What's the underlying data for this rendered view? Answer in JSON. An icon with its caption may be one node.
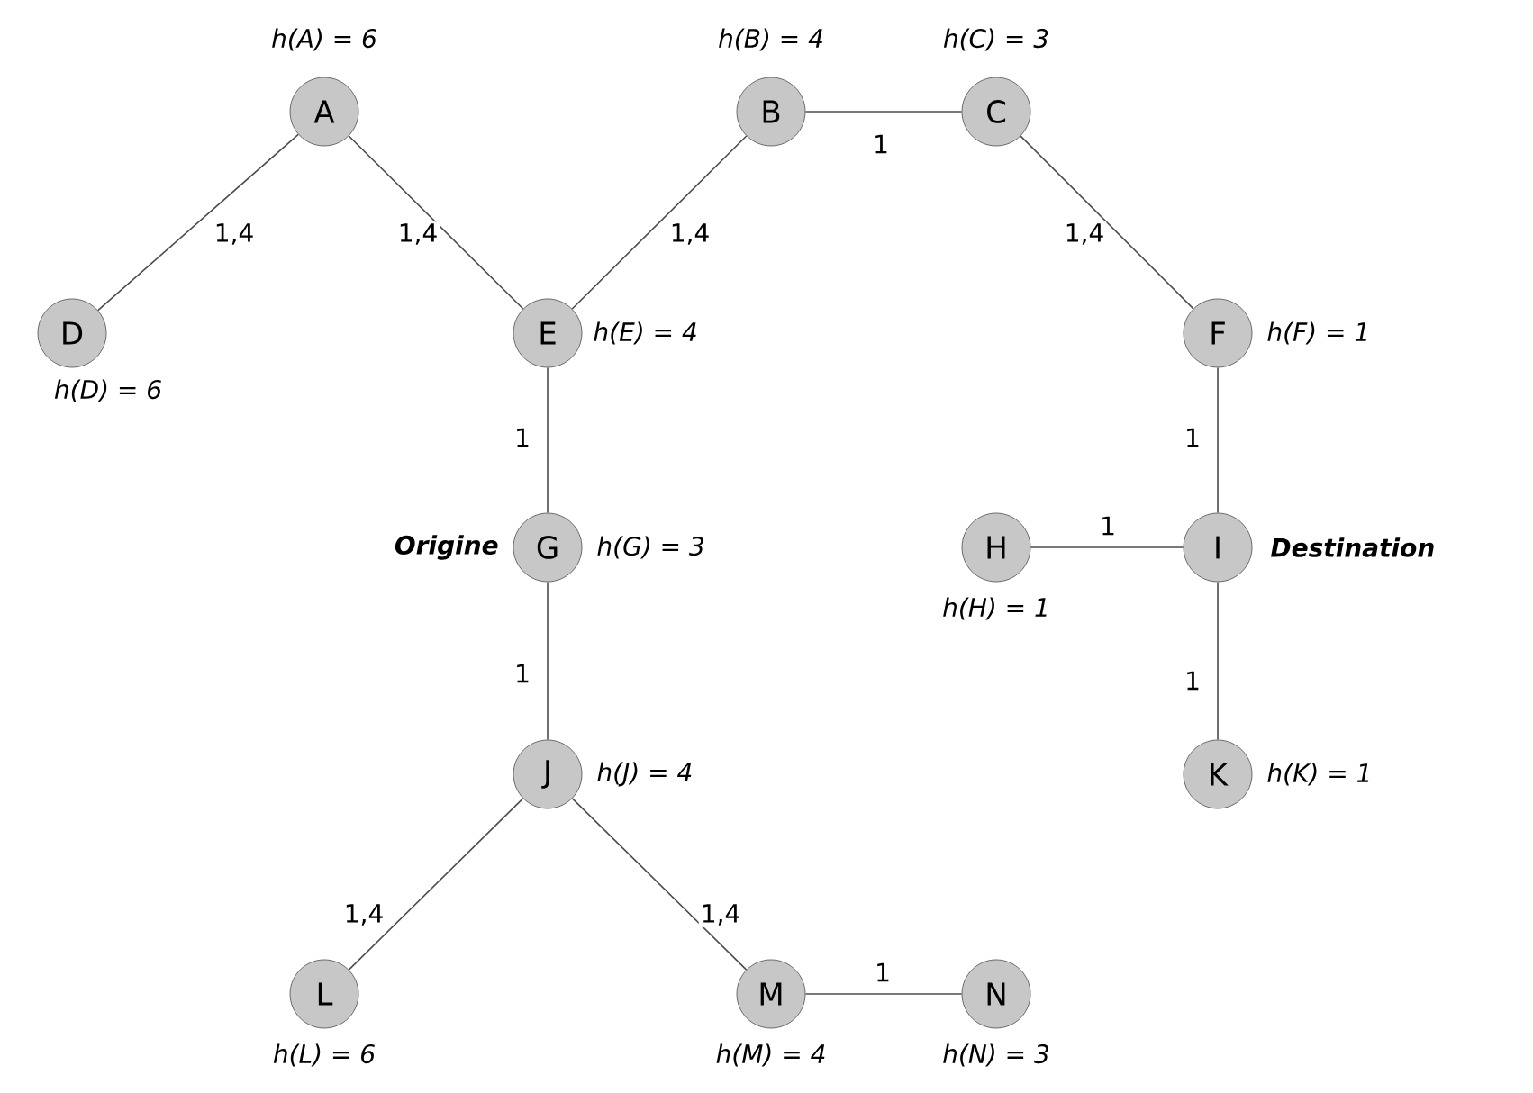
{
  "diagram": {
    "nodes": [
      {
        "text": [
          "A"
        ],
        "beside": [
          "h(A) = 6"
        ]
      },
      {
        "text": [
          "B"
        ],
        "beside": [
          "h(B) = 4"
        ]
      },
      {
        "text": [
          "C"
        ],
        "beside": [
          "h(C) = 3"
        ]
      },
      {
        "text": [
          "D"
        ],
        "beside": [
          "h(D) = 6"
        ]
      },
      {
        "text": [
          "E"
        ],
        "beside": [
          "h(E) = 4"
        ]
      },
      {
        "text": [
          "F"
        ],
        "beside": [
          "h(F) = 1"
        ]
      },
      {
        "text": [
          "G"
        ],
        "beside": [
          "Origine",
          "h(G) = 3"
        ]
      },
      {
        "text": [
          "H"
        ],
        "beside": [
          "h(H) = 1"
        ]
      },
      {
        "text": [
          "I"
        ],
        "beside": [
          "Destination"
        ]
      },
      {
        "text": [
          "J"
        ],
        "beside": [
          "h(J) = 4"
        ]
      },
      {
        "text": [
          "K"
        ],
        "beside": [
          "h(K) = 1"
        ]
      },
      {
        "text": [
          "L"
        ],
        "beside": [
          "h(L) = 6"
        ]
      },
      {
        "text": [
          "M"
        ],
        "beside": [
          "h(M) = 4"
        ]
      },
      {
        "text": [
          "N"
        ],
        "beside": [
          "h(N) = 3"
        ]
      }
    ],
    "edges": [
      {
        "from": 0,
        "to": 3,
        "arrow": "none",
        "label": "1,4"
      },
      {
        "from": 0,
        "to": 4,
        "arrow": "none",
        "label": "1,4"
      },
      {
        "from": 4,
        "to": 1,
        "arrow": "none",
        "label": "1,4"
      },
      {
        "from": 1,
        "to": 2,
        "arrow": "none",
        "label": "1"
      },
      {
        "from": 2,
        "to": 5,
        "arrow": "none",
        "label": "1,4"
      },
      {
        "from": 4,
        "to": 6,
        "arrow": "none",
        "label": "1"
      },
      {
        "from": 5,
        "to": 8,
        "arrow": "none",
        "label": "1"
      },
      {
        "from": 7,
        "to": 8,
        "arrow": "none",
        "label": "1"
      },
      {
        "from": 6,
        "to": 9,
        "arrow": "none",
        "label": "1"
      },
      {
        "from": 8,
        "to": 10,
        "arrow": "none",
        "label": "1"
      },
      {
        "from": 9,
        "to": 11,
        "arrow": "none",
        "label": "1,4"
      },
      {
        "from": 9,
        "to": 12,
        "arrow": "none",
        "label": "1,4"
      },
      {
        "from": 12,
        "to": 13,
        "arrow": "none",
        "label": "1"
      }
    ]
  }
}
